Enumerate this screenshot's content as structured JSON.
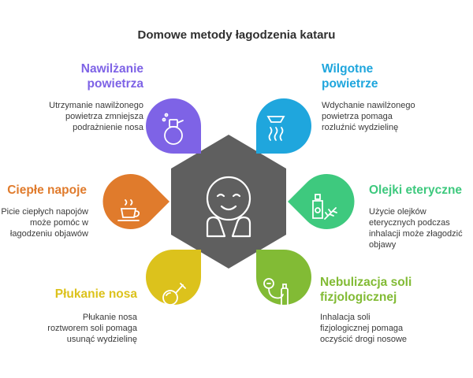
{
  "title": "Domowe metody łagodzenia kataru",
  "colors": {
    "center": "#5f5f5f",
    "purple": "#7e63e6",
    "cyan": "#1fa6dd",
    "orange": "#e07b2c",
    "green": "#3ec97e",
    "yellow": "#dcc21c",
    "lime": "#82bb35"
  },
  "center": {
    "icon": "relieved-face-icon"
  },
  "items": [
    {
      "label1": "Nawilżanie",
      "label2": "powietrza",
      "desc1": "Utrzymanie nawilżonego",
      "desc2": "powietrza zmniejsza",
      "desc3": "podrażnienie nosa",
      "icon": "humidifier-icon",
      "color": "#7e63e6"
    },
    {
      "label1": "Wilgotne",
      "label2": "powietrze",
      "desc1": "Wdychanie nawilżonego",
      "desc2": "powietrza pomaga",
      "desc3": "rozluźnić wydzielinę",
      "icon": "steam-shower-icon",
      "color": "#1fa6dd"
    },
    {
      "label1": "Ciepłe napoje",
      "desc1": "Picie ciepłych napojów",
      "desc2": "może pomóc w",
      "desc3": "łagodzeniu objawów",
      "icon": "hot-tea-cup-icon",
      "color": "#e07b2c"
    },
    {
      "label1": "Olejki eteryczne",
      "desc1": "Użycie olejków",
      "desc2": "eterycznych podczas",
      "desc3": "inhalacji może złagodzić",
      "desc4": "objawy",
      "icon": "essential-oil-bottle-icon",
      "color": "#3ec97e"
    },
    {
      "label1": "Płukanie nosa",
      "desc1": "Płukanie nosa",
      "desc2": "roztworem soli pomaga",
      "desc3": "usunąć wydzielinę",
      "icon": "nasal-bulb-syringe-icon",
      "color": "#dcc21c"
    },
    {
      "label1": "Nebulizacja soli",
      "label2": "fizjologicznej",
      "desc1": "Inhalacja soli",
      "desc2": "fizjologicznej pomaga",
      "desc3": "oczyścić drogi nosowe",
      "icon": "nebulizer-icon",
      "color": "#82bb35"
    }
  ]
}
